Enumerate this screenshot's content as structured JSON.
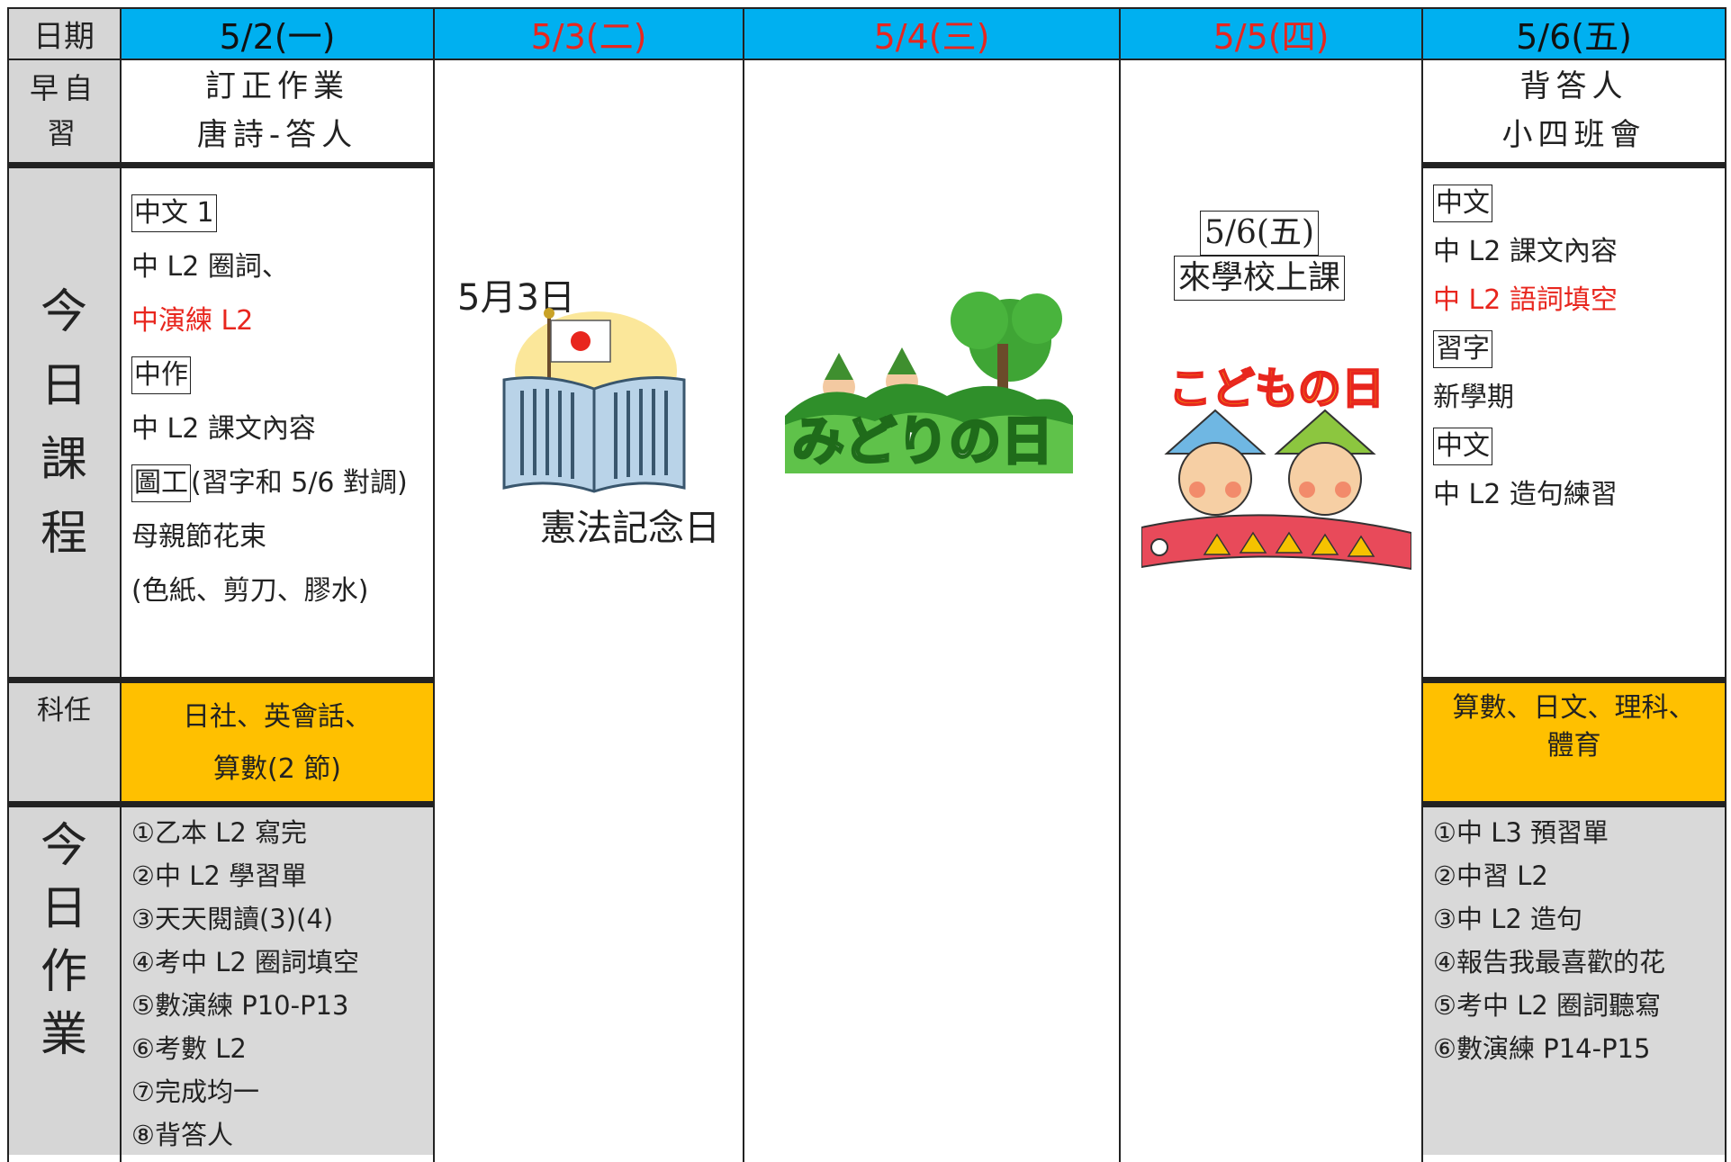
{
  "header": {
    "date_label": "日期",
    "days": [
      "5/2(一)",
      "5/3(二)",
      "5/4(三)",
      "5/5(四)",
      "5/6(五)"
    ]
  },
  "rows": {
    "morning_label": [
      "早自",
      "習"
    ],
    "lessons_label": [
      "今",
      "日",
      "課",
      "程"
    ],
    "subject_label": "科任",
    "homework_label": [
      "今",
      "日",
      "作",
      "業"
    ]
  },
  "mon": {
    "morning": [
      "訂正作業",
      "唐詩-答人"
    ],
    "lessons": [
      "中文 1",
      "中 L2 圈詞、",
      "中演練 L2",
      "中作",
      "中 L2 課文內容",
      "圖工",
      "(習字和 5/6 對調)",
      "母親節花束",
      "(色紙、剪刀、膠水)"
    ],
    "subject": [
      "日社、英會話、",
      "算數(2 節)"
    ],
    "homework": [
      "①乙本 L2 寫完",
      "②中 L2 學習單",
      "③天天閱讀(3)(4)",
      "④考中 L2 圈詞填空",
      "⑤數演練 P10-P13",
      "⑥考數 L2",
      "⑦完成均一",
      "⑧背答人"
    ]
  },
  "tue": {
    "title": "5月3日",
    "caption": "憲法記念日"
  },
  "wed": {
    "logo_text": "みどりの日"
  },
  "thu": {
    "notice": [
      "5/6(五)",
      "來學校上課"
    ],
    "logo_text": "こどもの日"
  },
  "fri": {
    "morning": [
      "背答人",
      "小四班會"
    ],
    "lessons": [
      "中文",
      "中 L2 課文內容",
      "中 L2 語詞填空",
      "習字",
      "新學期",
      "中文",
      "中 L2 造句練習"
    ],
    "subject": [
      "算數、日文、理科、",
      "體育"
    ],
    "homework": [
      "①中 L3 預習單",
      "②中習 L2",
      "③中 L2 造句",
      "④報告我最喜歡的花",
      "⑤考中 L2 圈詞聽寫",
      "⑥數演練 P14-P15"
    ]
  },
  "colors": {
    "header_bg": "#00b0f0",
    "subject_bg": "#ffc000",
    "label_bg": "#d6d6d6",
    "highlight_red": "#e8261e"
  },
  "icons": [
    "flag-book-icon",
    "greenery-day-illustration",
    "childrens-day-illustration"
  ]
}
